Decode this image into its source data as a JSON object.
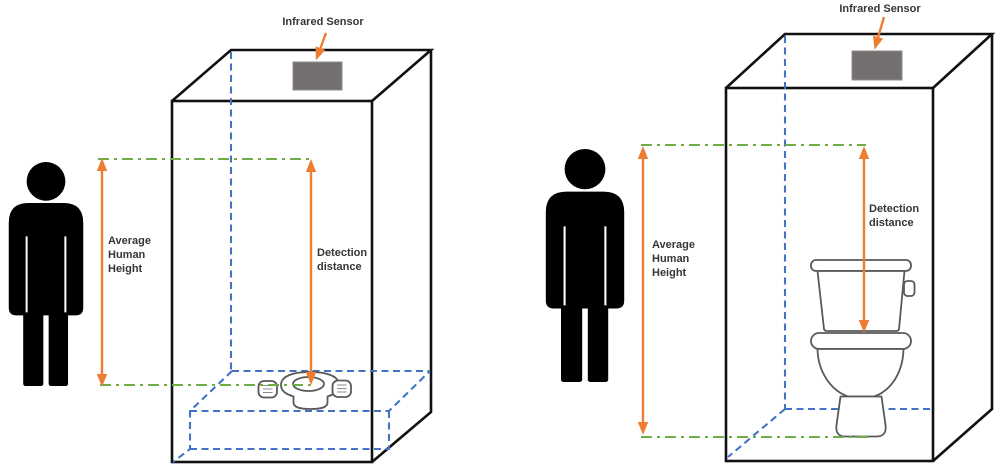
{
  "labels": {
    "sensor_left": "Infrared Sensor",
    "sensor_right": "Infrared Sensor",
    "human_height_left": "Average\nHuman\nHeight",
    "human_height_right": "Average\nHuman\nHeight",
    "detection_left": "Detection\ndistance",
    "detection_right": "Detection\ndistance"
  },
  "colors": {
    "arrow_orange": "#ED7D31",
    "hidden_edge_blue": "#4472C4",
    "level_line_green": "#70AD47",
    "sensor_gray": "#757070",
    "fixture_gray": "#595959",
    "outline_black": "#111111",
    "text_color": "#363636"
  },
  "icons": {
    "left_figure": "person-silhouette",
    "right_figure": "person-silhouette",
    "left_fixture": "squat-toilet",
    "right_fixture": "western-toilet",
    "sensor_block": "infrared-sensor"
  }
}
